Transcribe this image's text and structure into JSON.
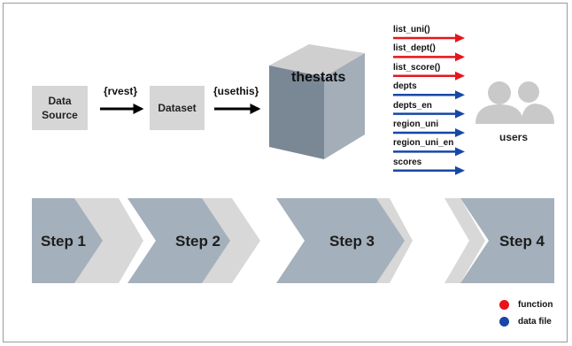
{
  "pipeline": {
    "source_label_line1": "Data",
    "source_label_line2": "Source",
    "rvest_label": "{rvest}",
    "dataset_label": "Dataset",
    "usethis_label": "{usethis}",
    "package_label": "thestats",
    "users_label": "users"
  },
  "exports": [
    {
      "name": "list_uni()",
      "kind": "function"
    },
    {
      "name": "list_dept()",
      "kind": "function"
    },
    {
      "name": "list_score()",
      "kind": "function"
    },
    {
      "name": "depts",
      "kind": "data file"
    },
    {
      "name": "depts_en",
      "kind": "data file"
    },
    {
      "name": "region_uni",
      "kind": "data file"
    },
    {
      "name": "region_uni_en",
      "kind": "data file"
    },
    {
      "name": "scores",
      "kind": "data file"
    }
  ],
  "steps": [
    "Step 1",
    "Step 2",
    "Step 3",
    "Step 4"
  ],
  "legend": {
    "function_label": "function",
    "datafile_label": "data file",
    "function_color": "#e8141c",
    "datafile_color": "#1747a6"
  },
  "colors": {
    "step_dark": "#a4b0bb",
    "step_light": "#d8d8d8",
    "box_gray": "#d6d6d6",
    "cube_top": "#cfcfcf",
    "cube_front": "#7a8896",
    "cube_side": "#a3aeb9",
    "users_gray": "#c9c9c9"
  },
  "icons": {
    "cube": "cube-icon",
    "users": "users-icon"
  }
}
